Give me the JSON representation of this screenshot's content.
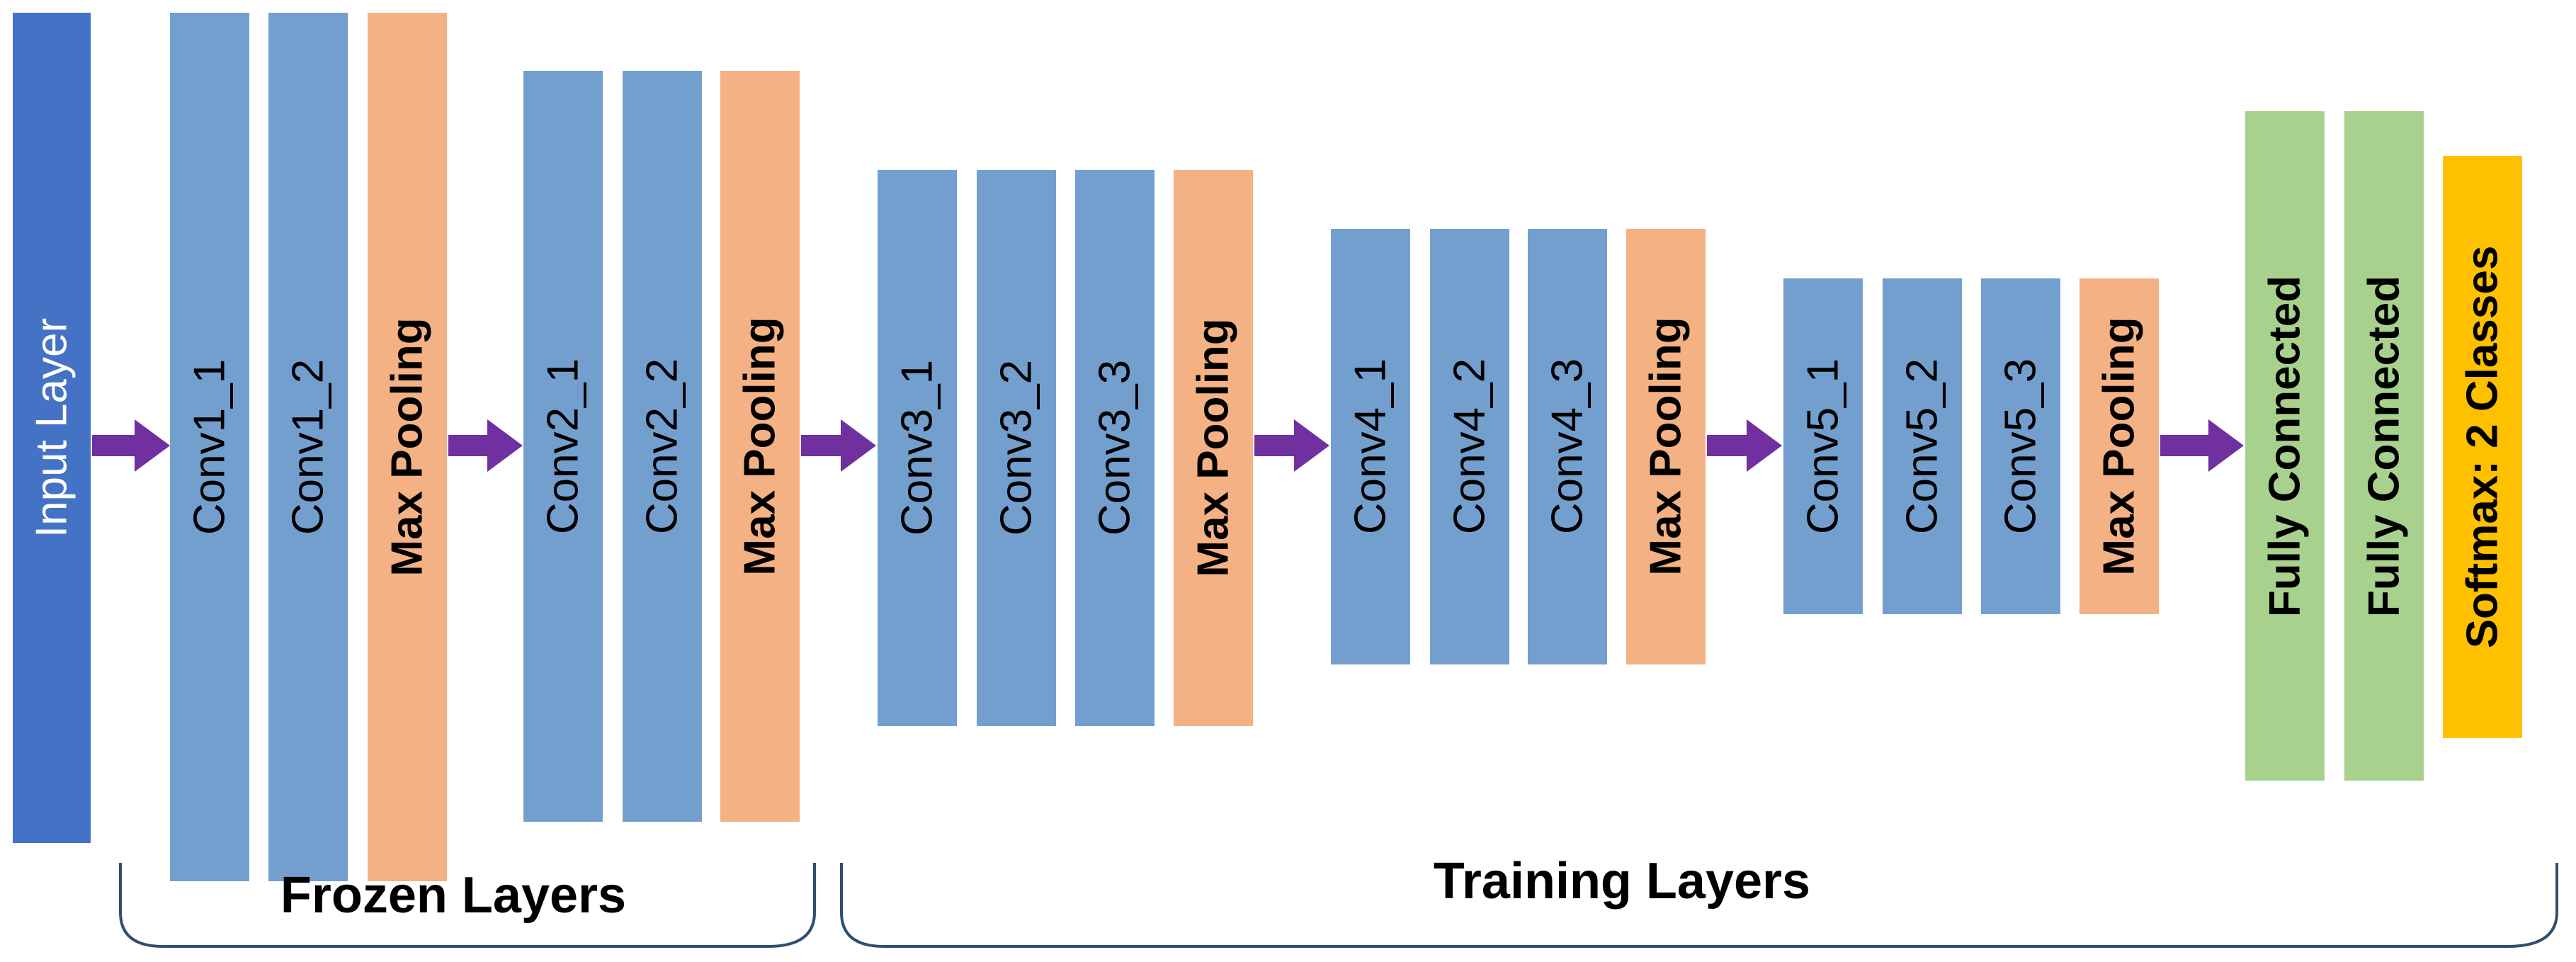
{
  "layers": [
    {
      "label": "Input Layer",
      "kind": "input"
    },
    {
      "label": "Conv1_1",
      "kind": "conv"
    },
    {
      "label": "Conv1_2",
      "kind": "conv"
    },
    {
      "label": "Max Pooling",
      "kind": "pool"
    },
    {
      "label": "Conv2_1",
      "kind": "conv"
    },
    {
      "label": "Conv2_2",
      "kind": "conv"
    },
    {
      "label": "Max Pooling",
      "kind": "pool"
    },
    {
      "label": "Conv3_1",
      "kind": "conv"
    },
    {
      "label": "Conv3_2",
      "kind": "conv"
    },
    {
      "label": "Conv3_3",
      "kind": "conv"
    },
    {
      "label": "Max Pooling",
      "kind": "pool"
    },
    {
      "label": "Conv4_1",
      "kind": "conv"
    },
    {
      "label": "Conv4_2",
      "kind": "conv"
    },
    {
      "label": "Conv4_3",
      "kind": "conv"
    },
    {
      "label": "Max Pooling",
      "kind": "pool"
    },
    {
      "label": "Conv5_1",
      "kind": "conv"
    },
    {
      "label": "Conv5_2",
      "kind": "conv"
    },
    {
      "label": "Conv5_3",
      "kind": "conv"
    },
    {
      "label": "Max Pooling",
      "kind": "pool"
    },
    {
      "label": "Fully Connected",
      "kind": "fc"
    },
    {
      "label": "Fully Connected",
      "kind": "fc"
    },
    {
      "label": "Softmax: 2 Classes",
      "kind": "softmax"
    }
  ],
  "groups": {
    "frozen": "Frozen Layers",
    "training": "Training Layers"
  },
  "colors": {
    "input": "#4472C4",
    "conv": "#739FCE",
    "pool": "#F4B183",
    "fc": "#A9D18E",
    "softmax": "#FFC000",
    "arrow": "#7030A0",
    "bracket": "#2F4F6F"
  }
}
